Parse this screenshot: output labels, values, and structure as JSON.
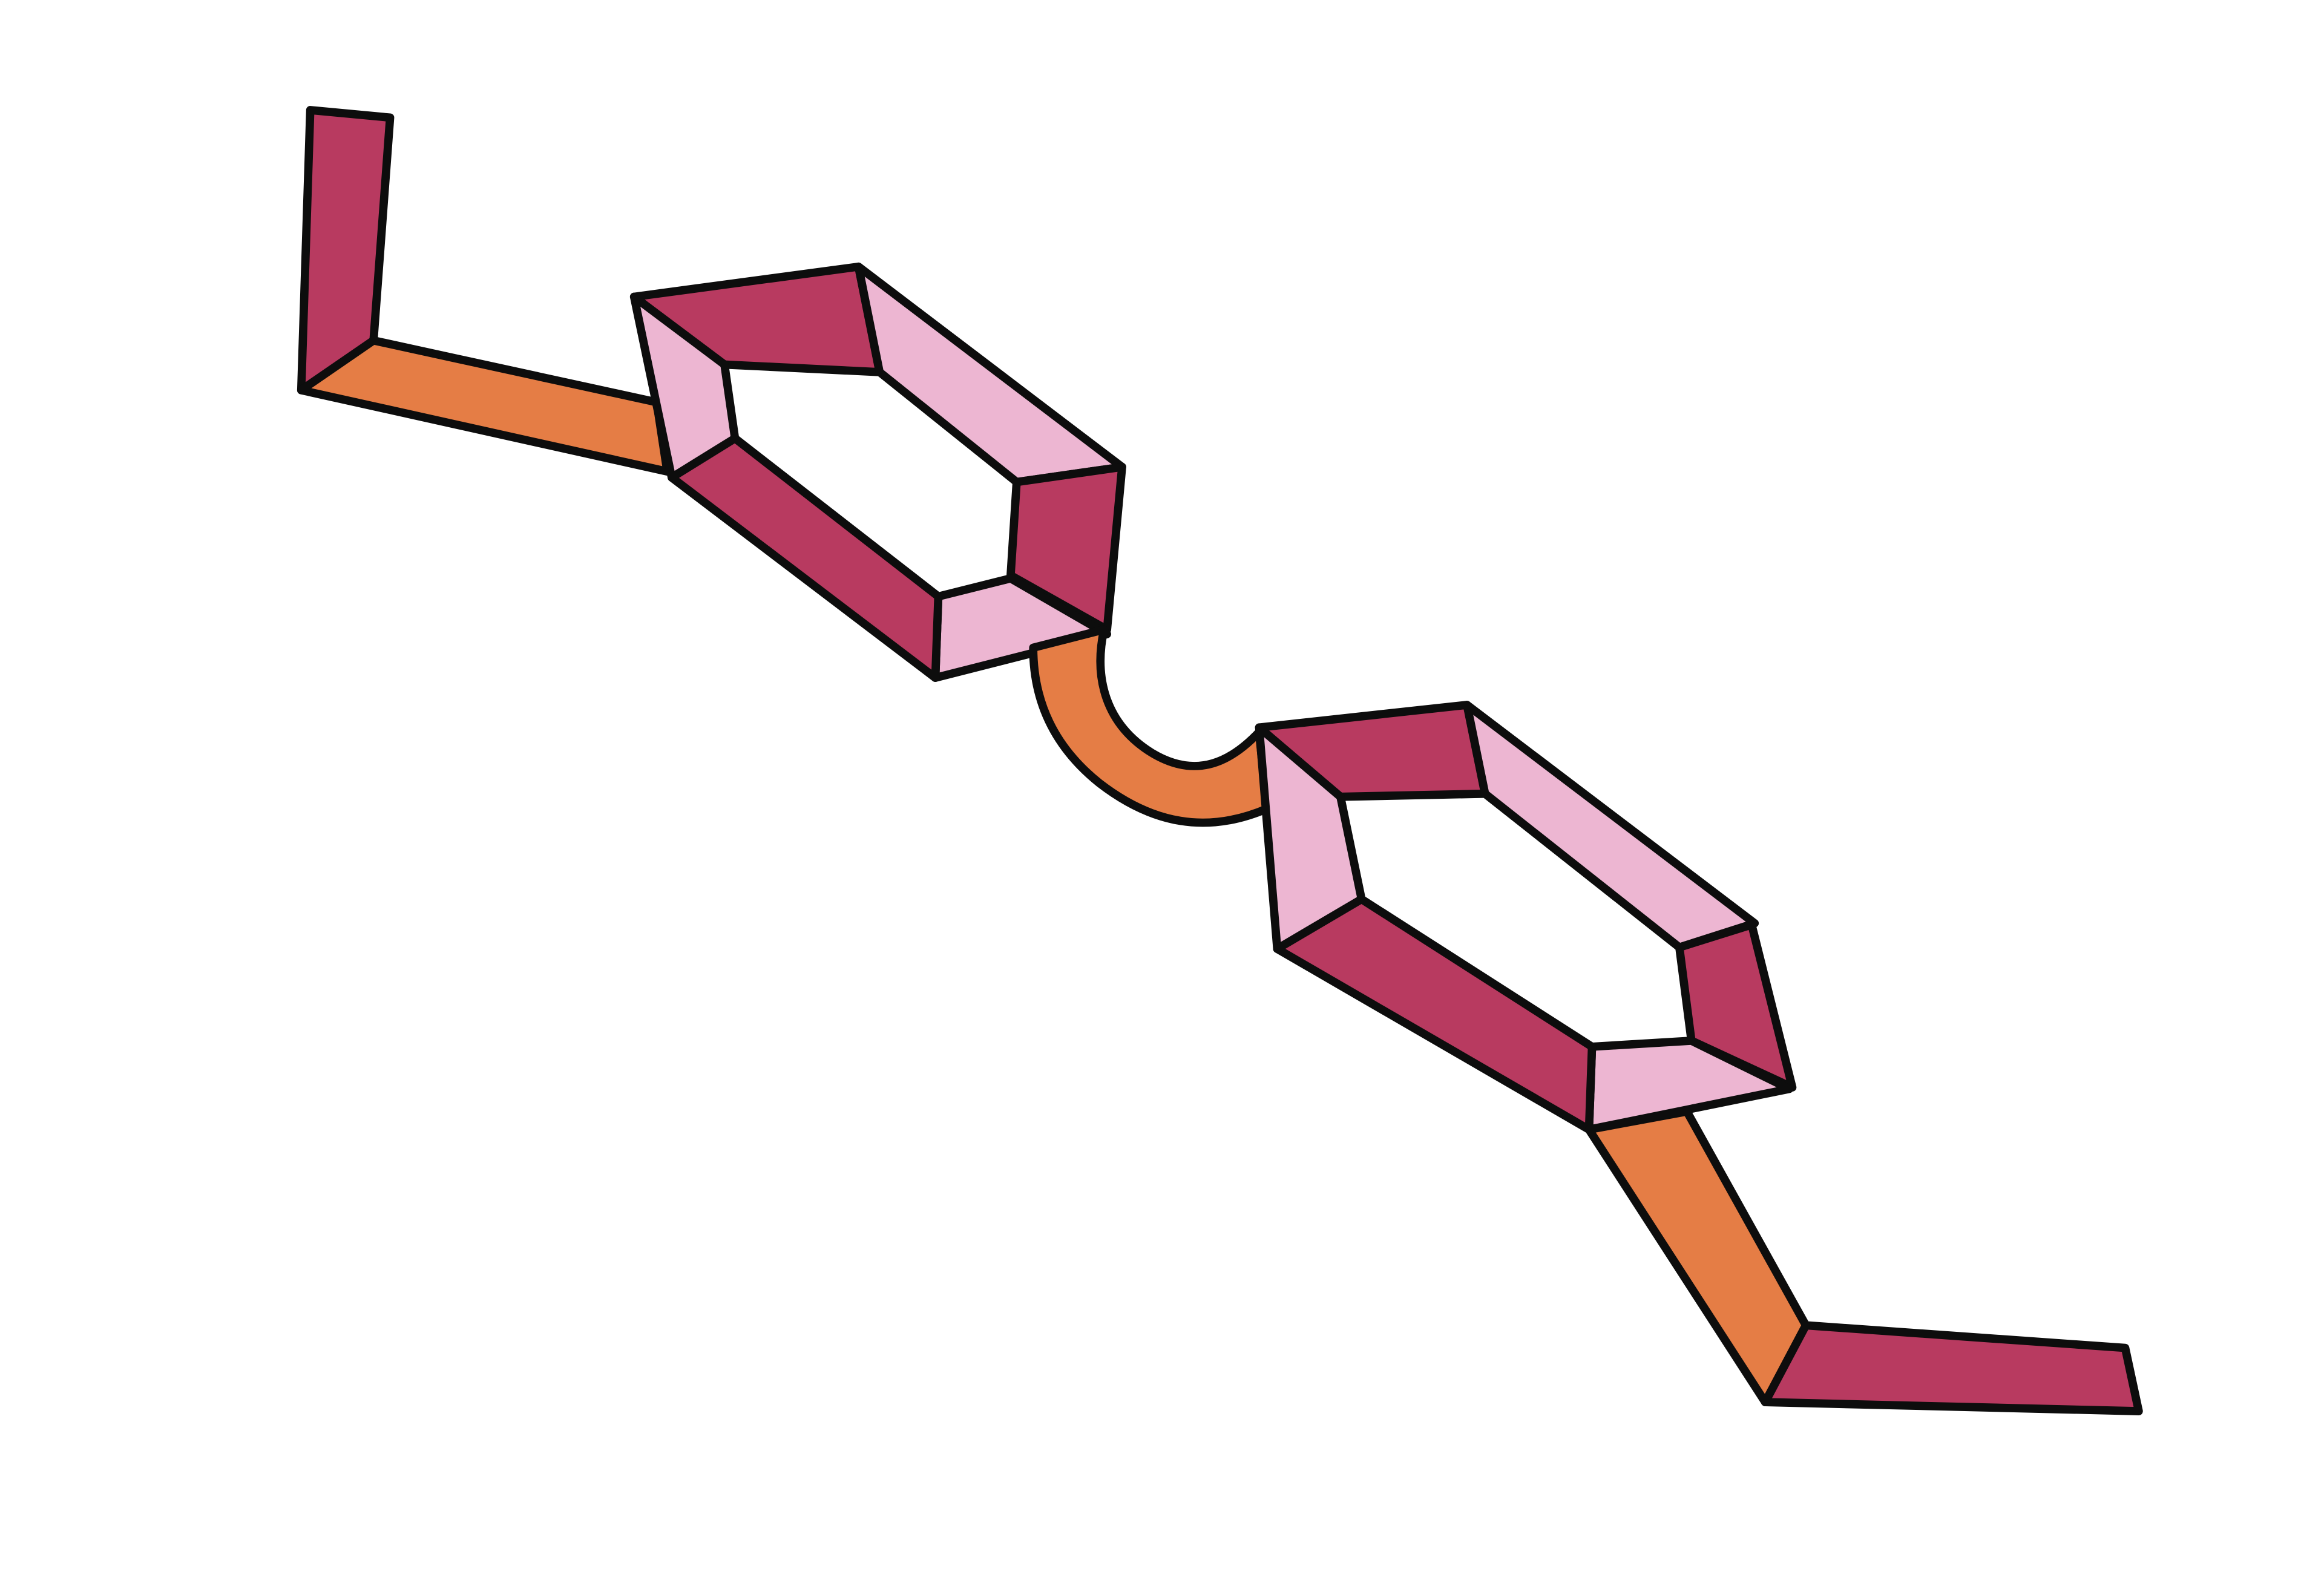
{
  "diagram": {
    "subject": "molecular-structure-ribbon",
    "colors": {
      "background": "#ffffff",
      "outline": "#0d0d0d",
      "dark_face": "#b83a60",
      "light_face": "#edb6d2",
      "linker_face": "#e57d45"
    },
    "parts": [
      {
        "id": "left-end-stub",
        "shade": "dark_face"
      },
      {
        "id": "left-linker-band",
        "shade": "linker_face"
      },
      {
        "id": "ring-1-top-outer",
        "shade": "dark_face"
      },
      {
        "id": "ring-1-top-inner",
        "shade": "light_face"
      },
      {
        "id": "ring-1-left-inner",
        "shade": "light_face"
      },
      {
        "id": "ring-1-right",
        "shade": "dark_face"
      },
      {
        "id": "ring-1-bottom-small",
        "shade": "light_face"
      },
      {
        "id": "ring-1-bottom-long",
        "shade": "dark_face"
      },
      {
        "id": "center-curved-linker",
        "shade": "linker_face"
      },
      {
        "id": "ring-2-top-outer",
        "shade": "dark_face"
      },
      {
        "id": "ring-2-top-inner",
        "shade": "light_face"
      },
      {
        "id": "ring-2-left-inner",
        "shade": "light_face"
      },
      {
        "id": "ring-2-right",
        "shade": "dark_face"
      },
      {
        "id": "ring-2-bottom-small",
        "shade": "light_face"
      },
      {
        "id": "ring-2-bottom-long",
        "shade": "dark_face"
      },
      {
        "id": "right-linker-band",
        "shade": "linker_face"
      },
      {
        "id": "right-end-stub",
        "shade": "dark_face"
      }
    ]
  }
}
